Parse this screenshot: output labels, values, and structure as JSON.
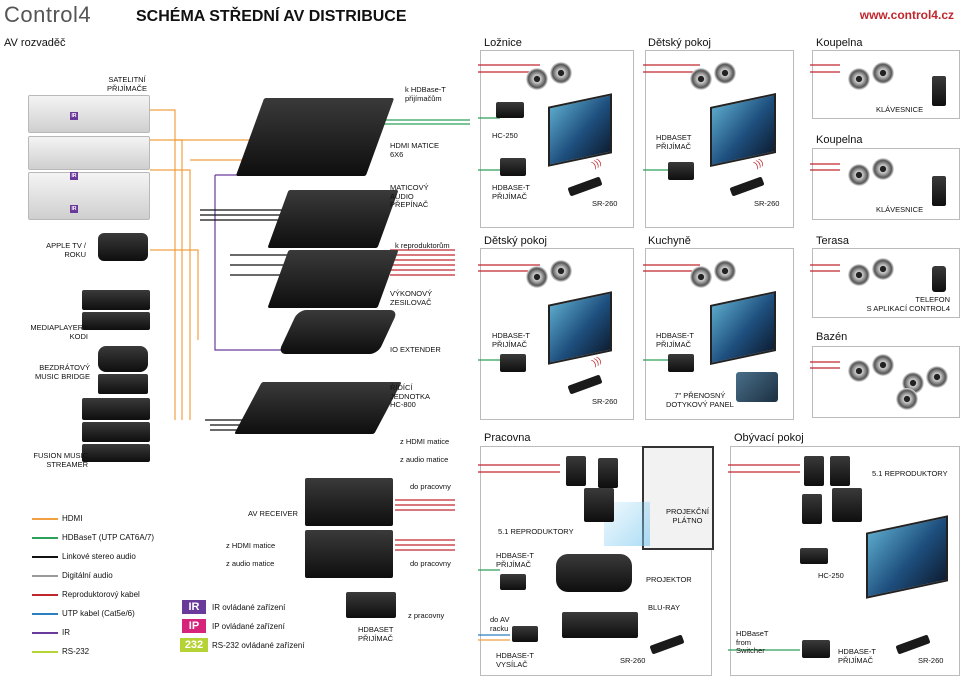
{
  "header": {
    "logo": "Control4",
    "title": "SCHÉMA STŘEDNÍ AV DISTRIBUCE",
    "url": "www.control4.cz"
  },
  "sections": {
    "rack": "AV rozvaděč",
    "loznice": "Ložnice",
    "detsky1": "Dětský pokoj",
    "koupelna1": "Koupelna",
    "koupelna2": "Koupelna",
    "detsky2": "Dětský pokoj",
    "kuchyne": "Kuchyně",
    "terasa": "Terasa",
    "bazen": "Bazén",
    "pracovna": "Pracovna",
    "obyvaci": "Obývací pokoj"
  },
  "rack_labels": {
    "sat": "SATELITNÍ\nPŘIJÍMAČE",
    "to_hdbt": "k HDBase-T\npřijímačům",
    "matrix": "HDMI MATICE\n6X6",
    "audio_sw": "MATICOVÝ\nAUDIO\nPŘEPÍNAČ",
    "to_spk": "k reproduktorům",
    "apple": "APPLE TV /\nROKU",
    "amp": "VÝKONOVÝ\nZESILOVAČ",
    "media": "MEDIAPLAYERY\nKODI",
    "io": "IO EXTENDER",
    "bridge": "BEZDRÁTOVÝ\nMUSIC BRIDGE",
    "controller": "ŘÍDÍCÍ\nJEDNOTKA\nHC-800",
    "fusion": "FUSION MUSIC\nSTREAMER",
    "from_hdmi": "z HDMI matice",
    "from_audio": "z audio matice",
    "to_room": "do pracovny",
    "avr": "AV RECEIVER",
    "avr_hdmi": "z HDMI matice",
    "avr_audio": "z audio matice",
    "avr_out": "do pracovny",
    "hdbt_rx": "HDBASET\nPŘIJÍMAČ",
    "from_room": "z pracovny"
  },
  "room_labels": {
    "hc250_a": "HC-250",
    "hdbt_a": "HDBASE-T\nPŘIJÍMAČ",
    "sr260_a": "SR-260",
    "hdbt_b": "HDBASET\nPŘIJÍMAČ",
    "sr260_b": "SR-260",
    "keypad1": "KLÁVESNICE",
    "keypad2": "KLÁVESNICE",
    "hdbt_c": "HDBASE-T\nPŘIJÍMAČ",
    "sr260_c": "SR-260",
    "hdbt_d": "HDBASE-T\nPŘIJÍMAČ",
    "panel": "7\" PŘENOSNÝ\nDOTYKOVÝ PANEL",
    "phone": "TELEFON\nS APLIKACÍ CONTROL4",
    "screen": "PROJEKČNÍ\nPLÁTNO",
    "surround_a": "5.1 REPRODUKTORY",
    "hdbt_e": "HDBASE-T\nPŘIJÍMAČ",
    "projector": "PROJEKTOR",
    "bluray": "BLU-RAY",
    "to_rack": "do AV\nracku",
    "hdbt_tx": "HDBASE-T\nVYSÍLAČ",
    "sr260_e": "SR-260",
    "surround_b": "5.1 REPRODUKTORY",
    "hc250_b": "HC-250",
    "from_switch": "HDBaseT\nfrom\nSwitcher",
    "hdbt_f": "HDBASE-T\nPŘIJÍMAČ",
    "sr260_f": "SR-260"
  },
  "legend": [
    {
      "label": "HDMI",
      "color": "#f0a040"
    },
    {
      "label": "HDBaseT (UTP CAT6A/7)",
      "color": "#2aa05a"
    },
    {
      "label": "Linkové stereo audio",
      "color": "#111111"
    },
    {
      "label": "Digitální audio",
      "color": "#9a9a9a"
    },
    {
      "label": "Reproduktorový kabel",
      "color": "#c0272d"
    },
    {
      "label": "UTP kabel (Cat5e/6)",
      "color": "#2a7fc0"
    },
    {
      "label": "IR",
      "color": "#6a3a9a"
    },
    {
      "label": "RS-232",
      "color": "#b5d334"
    }
  ],
  "badges": [
    {
      "code": "IR",
      "text": "IR ovládané zařízení",
      "color": "#6a3a9a"
    },
    {
      "code": "IP",
      "text": "IP ovládané zařízení",
      "color": "#d6247a"
    },
    {
      "code": "232",
      "text": "RS-232 ovládané zařízení",
      "color": "#b5d334"
    }
  ]
}
